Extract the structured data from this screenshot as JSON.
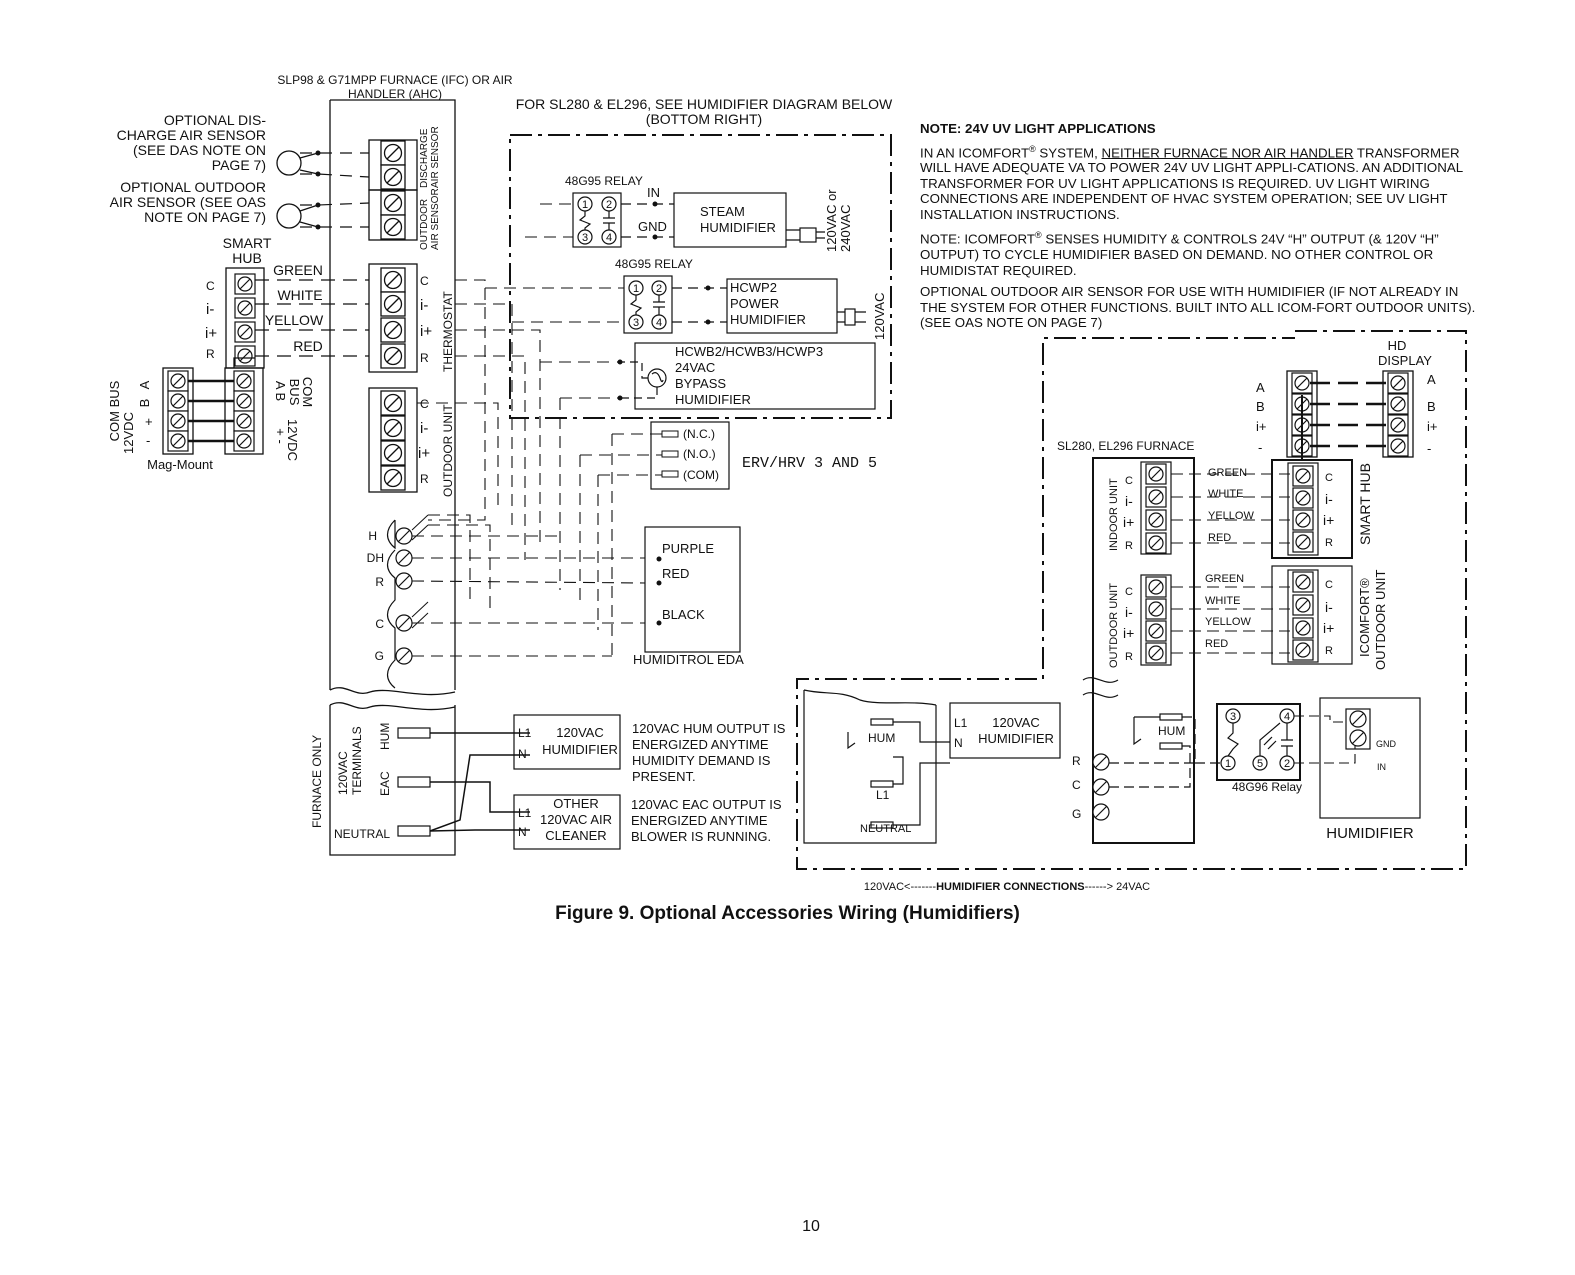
{
  "ifc": {
    "title_line1": "SLP98 & G71MPP FURNACE (IFC) OR AIR",
    "title_line2": "HANDLER (AHC)",
    "discharge_l1": "DISCHARGE",
    "discharge_l2": "AIR SENSOR",
    "outdoor_sensor_l1": "OUTDOOR",
    "outdoor_sensor_l2": "AIR SENSOR",
    "thermostat": "THERMOSTAT",
    "outdoor_unit": "OUTDOOR UNIT",
    "t_labels": [
      "C",
      "i-",
      "i+",
      "R"
    ],
    "od_labels": [
      "C",
      "i-",
      "i+",
      "R"
    ],
    "hum_terms": [
      "H",
      "DH",
      "R",
      "C",
      "G"
    ],
    "furnace_only": "FURNACE ONLY",
    "terminals_l1": "120VAC",
    "terminals_l2": "TERMINALS",
    "hum": "HUM",
    "eac": "EAC",
    "neutral": "NEUTRAL"
  },
  "sensors": {
    "das": [
      "OPTIONAL DIS-",
      "CHARGE AIR SENSOR",
      "(SEE DAS NOTE ON",
      "PAGE 7)"
    ],
    "oas": [
      "OPTIONAL OUTDOOR",
      "AIR SENSOR (SEE OAS",
      "NOTE ON PAGE 7)"
    ]
  },
  "smarthub_left": {
    "title_l1": "SMART",
    "title_l2": "HUB",
    "labels": [
      "C",
      "i-",
      "i+",
      "R"
    ],
    "wires": [
      "GREEN",
      "WHITE",
      "YELLOW",
      "RED"
    ]
  },
  "magmount": {
    "com_bus": "COM BUS",
    "a": "A",
    "b": "B",
    "plus": "+",
    "minus": "-",
    "vdc": "12VDC",
    "com": "COM",
    "bus": "BUS",
    "ab": "A B",
    "pm": "+ -",
    "name": "Mag-Mount"
  },
  "sl_note_l1": "FOR SL280 & EL296, SEE HUMIDIFIER DIAGRAM BELOW",
  "sl_note_l2": "(BOTTOM RIGHT)",
  "relay": {
    "name": "48G95 RELAY",
    "in": "IN",
    "gnd": "GND",
    "n1": "1",
    "n2": "2",
    "n3": "3",
    "n4": "4"
  },
  "steam": {
    "l1": "STEAM",
    "l2": "HUMIDIFIER",
    "volt1": "120VAC or",
    "volt2": "240VAC"
  },
  "hcwp2": {
    "l1": "HCWP2",
    "l2": "POWER",
    "l3": "HUMIDIFIER",
    "volt": "120VAC"
  },
  "bypass": {
    "l1": "HCWB2/HCWB3/HCWP3",
    "l2": "24VAC",
    "l3": "BYPASS",
    "l4": "HUMIDIFIER"
  },
  "erv": {
    "nc": "(N.C.)",
    "no": "(N.O.)",
    "com": "(COM)",
    "label": "ERV/HRV 3 AND 5"
  },
  "humiditrol": {
    "purple": "PURPLE",
    "red": "RED",
    "black": "BLACK",
    "name": "HUMIDITROL  EDA"
  },
  "hum120": {
    "l1": "L1",
    "n": "N",
    "name1": "120VAC",
    "name2": "HUMIDIFIER",
    "note": [
      "120VAC HUM OUTPUT IS",
      "ENERGIZED ANYTIME",
      "HUMIDITY DEMAND IS",
      "PRESENT."
    ]
  },
  "eac120": {
    "l1": "L1",
    "n": "N",
    "name1": "OTHER",
    "name2": "120VAC AIR",
    "name3": "CLEANER",
    "note": [
      "120VAC EAC OUTPUT IS",
      "ENERGIZED ANYTIME",
      "BLOWER IS RUNNING."
    ]
  },
  "notes": {
    "uv_title": "NOTE: 24V UV LIGHT APPLICATIONS",
    "uv_pre": "IN AN ICOMFORT",
    "uv_sup": "®",
    "uv_mid": " SYSTEM, ",
    "uv_underline": "NEITHER FURNACE NOR AIR HANDLER",
    "uv_rest": " TRANSFORMER WILL HAVE ADEQUATE VA TO POWER 24V UV LIGHT APPLI-CATIONS. AN ADDITIONAL TRANSFORMER FOR UV LIGHT APPLICATIONS IS REQUIRED. UV LIGHT WIRING CONNECTIONS ARE INDEPENDENT OF HVAC SYSTEM OPERATION; SEE UV LIGHT INSTALLATION INSTRUCTIONS.",
    "icf_pre": "NOTE: ICOMFORT",
    "icf_sup": "®",
    "icf_rest": " SENSES HUMIDITY & CONTROLS 24V “H” OUTPUT (& 120V “H” OUTPUT) TO CYCLE HUMIDIFIER BASED ON DEMAND. NO OTHER CONTROL OR HUMIDISTAT REQUIRED.",
    "oas_text": "OPTIONAL OUTDOOR AIR SENSOR FOR USE WITH HUMIDIFIER (IF NOT ALREADY IN THE SYSTEM FOR OTHER FUNCTIONS. BUILT INTO ALL ICOM-FORT OUTDOOR UNITS). (SEE OAS NOTE ON PAGE 7)"
  },
  "right": {
    "hd_l1": "HD",
    "hd_l2": "DISPLAY",
    "hd_labels": [
      "A",
      "B",
      "i+",
      "-"
    ],
    "furnace": "SL280, EL296 FURNACE",
    "indoor_unit": "INDOOR UNIT",
    "outdoor_unit": "OUTDOOR UNIT",
    "term_labels": [
      "C",
      "i-",
      "i+",
      "R"
    ],
    "wires": [
      "GREEN",
      "WHITE",
      "YELLOW",
      "RED"
    ],
    "smart_hub": "SMART HUB",
    "icomfort_l1": "ICOMFORT®",
    "icomfort_l2": "OUTDOOR UNIT",
    "hum": "HUM",
    "r": "R",
    "c": "C",
    "g": "G",
    "relay": "48G96 Relay",
    "relay_nums": [
      "3",
      "4",
      "1",
      "5",
      "2"
    ],
    "gnd": "GND",
    "in": "IN",
    "humidifier": "HUMIDIFIER",
    "left_hum": "HUM",
    "left_l1": "L1",
    "left_neutral": "NEUTRAL",
    "box_l1": "L1",
    "box_n": "N",
    "box_name1": "120VAC",
    "box_name2": "HUMIDIFIER",
    "conn_pre": "120VAC<-------",
    "conn_bold": "HUMIDIFIER CONNECTIONS",
    "conn_post": "------> 24VAC"
  },
  "caption": "Figure 9. Optional Accessories Wiring (Humidifiers)",
  "page_number": "10"
}
